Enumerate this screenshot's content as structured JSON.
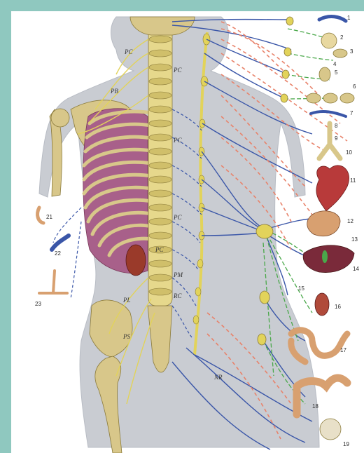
{
  "colors": {
    "frame": "#8fc8bf",
    "silhouette": "#c9ccd2",
    "bone": "#d8c78a",
    "nerve_yellow": "#e2d35a",
    "sympathetic_blue": "#3a56a8",
    "parasympathetic_green": "#4aa84a",
    "preganglionic_red_dashed": "#e8826a",
    "organ_red": "#b83a3a",
    "lung_purple": "#a8608a"
  },
  "region_labels": {
    "pc_neck": "PC",
    "pc_upper": "PC",
    "pb": "PB",
    "pc_mid": "PC",
    "pc_lower": "PC",
    "pc_lumbar": "PC",
    "pm": "PM",
    "pl": "PL",
    "rc": "RC",
    "ps": "PS",
    "nr": "NR"
  },
  "organ_numbers": {
    "n1": "1",
    "n2": "2",
    "n3": "3",
    "n4": "4",
    "n5": "5",
    "n6": "6",
    "n7": "7",
    "n8": "8",
    "n9": "9",
    "n10": "10",
    "n11": "11",
    "n12": "12",
    "n13": "13",
    "n14": "14",
    "n15": "15",
    "n16": "16",
    "n17": "17",
    "n18": "18",
    "n19": "19",
    "n21": "21",
    "n22": "22",
    "n23": "23"
  }
}
